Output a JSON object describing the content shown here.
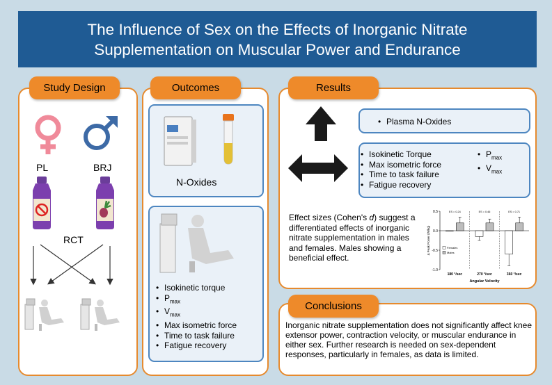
{
  "title": {
    "line1": "The Influence of Sex on the Effects of Inorganic Nitrate",
    "line2": "Supplementation on Muscular Power and Endurance"
  },
  "study_design": {
    "header": "Study Design",
    "pl_label": "PL",
    "brj_label": "BRJ",
    "rct_label": "RCT"
  },
  "outcomes": {
    "header": "Outcomes",
    "noxides_label": "N-Oxides",
    "items": [
      "Isokinetic torque",
      "P",
      "V",
      "Max isometric force",
      "Time to task failure",
      "Fatigue recovery"
    ],
    "sub_max": "max"
  },
  "results": {
    "header": "Results",
    "up_items": [
      "Plasma N-Oxides"
    ],
    "nochange_left": [
      "Isokinetic Torque",
      "Max isometric force",
      "Time to task failure",
      "Fatigue recovery"
    ],
    "nochange_right": [
      "P",
      "V"
    ],
    "sub_max": "max",
    "effect_text_1": "Effect sizes (Cohen's ",
    "effect_text_d": "d",
    "effect_text_2": ") suggest a differentiated effects of inorganic nitrate supplementation in males and females.  Males showing a beneficial effect."
  },
  "conclusions": {
    "header": "Conclusions",
    "text": "Inorganic nitrate supplementation does not significantly affect knee extensor power, contraction velocity, or muscular endurance in either sex. Further research is needed on sex-dependent responses, particularly in females, as data is limited."
  },
  "chart_data": {
    "type": "bar",
    "categories": [
      "180 °/sec",
      "270 °/sec",
      "360 °/sec"
    ],
    "xlabel": "Angular Velocity",
    "ylabel": "Δ Peak Power (W/kg)",
    "ylim": [
      -1.0,
      0.5
    ],
    "yticks": [
      "0.5",
      "0.0",
      "-0.5",
      "-1.0"
    ],
    "legend": [
      "Females",
      "Males"
    ],
    "legend_position": "left",
    "series": [
      {
        "name": "Females",
        "values": [
          0.0,
          -0.15,
          -0.6
        ],
        "errors": [
          0.0,
          0.1,
          0.3
        ]
      },
      {
        "name": "Males",
        "values": [
          0.2,
          0.2,
          0.2
        ],
        "errors": [
          0.15,
          0.1,
          0.15
        ]
      }
    ],
    "annotations": [
      "ES = 0.24",
      "ES = 0.46",
      "ES = 0.71"
    ],
    "colors": {
      "females": "#ffffff",
      "males": "#bdbdbd"
    }
  }
}
